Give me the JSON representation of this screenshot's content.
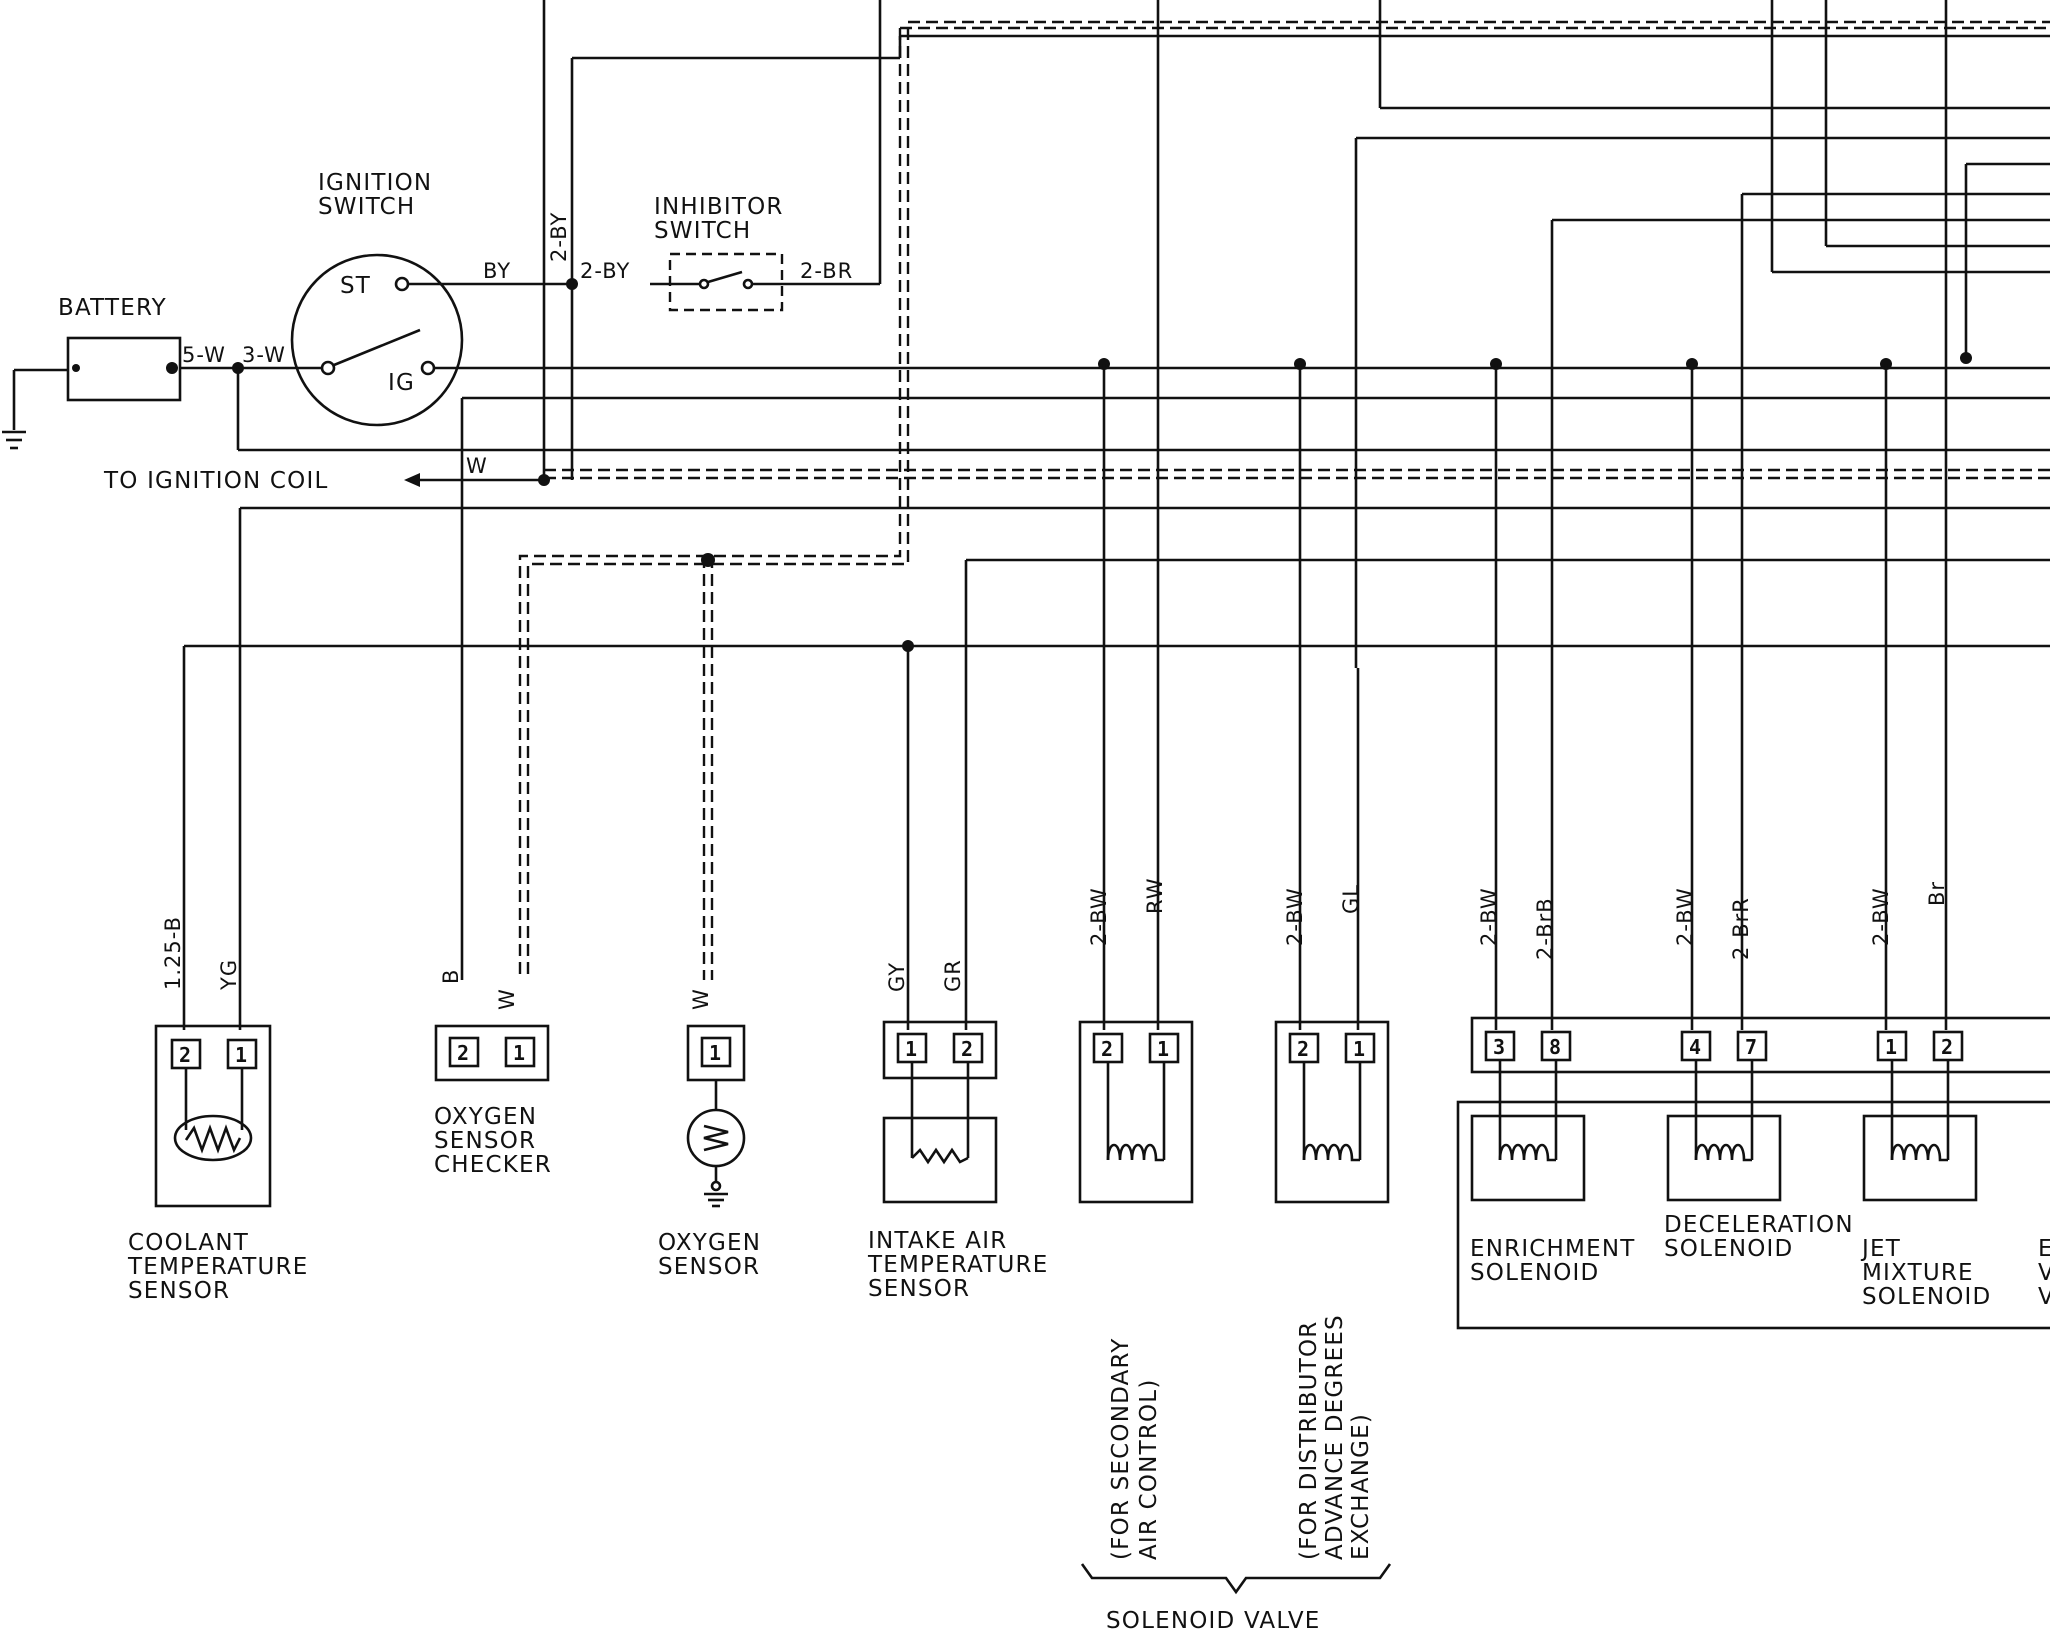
{
  "components": {
    "battery": "BATTERY",
    "ignition_switch": [
      "IGNITION",
      "SWITCH"
    ],
    "ignition_terminals": {
      "st": "ST",
      "ig": "IG"
    },
    "inhibitor_switch": [
      "INHIBITOR",
      "SWITCH"
    ],
    "to_ignition_coil": "TO IGNITION COIL",
    "coolant_sensor": [
      "COOLANT",
      "TEMPERATURE",
      "SENSOR"
    ],
    "oxygen_checker": [
      "OXYGEN",
      "SENSOR",
      "CHECKER"
    ],
    "oxygen_sensor": [
      "OXYGEN",
      "SENSOR"
    ],
    "intake_air_sensor": [
      "INTAKE AIR",
      "TEMPERATURE",
      "SENSOR"
    ],
    "enrichment_solenoid": [
      "ENRICHMENT",
      "SOLENOID"
    ],
    "deceleration_solenoid": [
      "DECELERATION",
      "SOLENOID"
    ],
    "jet_mixture_solenoid": [
      "JET",
      "MIXTURE",
      "SOLENOID"
    ],
    "secondary_air_note": [
      "(FOR SECONDARY",
      "AIR CONTROL)"
    ],
    "distributor_note": [
      "(FOR DISTRIBUTOR",
      "ADVANCE DEGREES",
      "EXCHANGE)"
    ],
    "solenoid_valve": "SOLENOID VALVE",
    "partial_right": [
      "E",
      "V",
      "V"
    ]
  },
  "wire_labels": {
    "bat_5w": "5-W",
    "bat_3w": "3-W",
    "by": "BY",
    "by_2_horizontal": "2-BY",
    "by_2_vertical": "2-BY",
    "br_2": "2-BR",
    "coil_w": "W",
    "coolant": [
      "1.25-B",
      "YG"
    ],
    "checker": [
      "B",
      "W"
    ],
    "oxygen": "W",
    "intake": [
      "GY",
      "GR"
    ],
    "secondary": [
      "2-BW",
      "RW"
    ],
    "distributor": [
      "2-BW",
      "GL"
    ],
    "enrichment": [
      "2-BW",
      "2-BrB"
    ],
    "deceleration": [
      "2-BW",
      "2-BrR"
    ],
    "jet": [
      "2-BW",
      "Br"
    ]
  },
  "pins": {
    "coolant": [
      "2",
      "1"
    ],
    "checker": [
      "2",
      "1"
    ],
    "oxygen": [
      "1"
    ],
    "intake": [
      "1",
      "2"
    ],
    "secondary": [
      "2",
      "1"
    ],
    "distributor": [
      "2",
      "1"
    ],
    "enrichment": [
      "3",
      "8"
    ],
    "deceleration": [
      "4",
      "7"
    ],
    "jet": [
      "1",
      "2"
    ]
  }
}
